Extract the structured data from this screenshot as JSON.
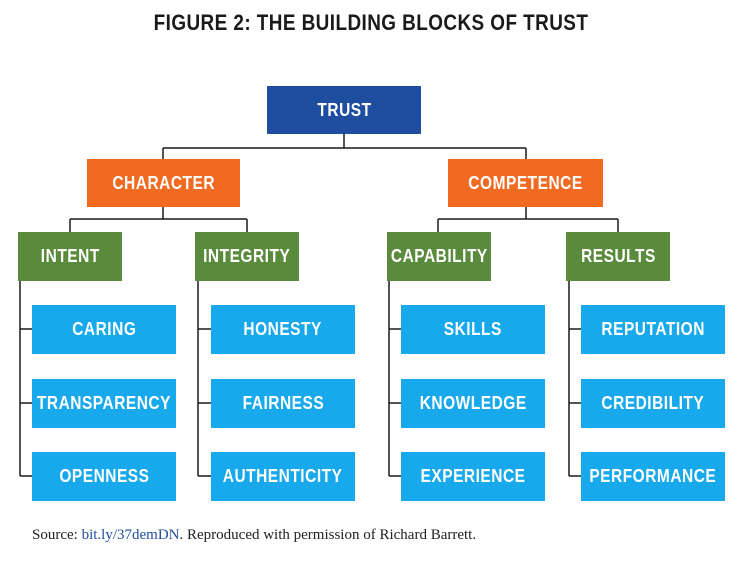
{
  "title": "FIGURE 2: THE BUILDING BLOCKS OF TRUST",
  "root": "TRUST",
  "branches": {
    "character": "CHARACTER",
    "competence": "COMPETENCE"
  },
  "groups": {
    "intent": {
      "label": "INTENT",
      "items": [
        "CARING",
        "TRANSPARENCY",
        "OPENNESS"
      ]
    },
    "integrity": {
      "label": "INTEGRITY",
      "items": [
        "HONESTY",
        "FAIRNESS",
        "AUTHENTICITY"
      ]
    },
    "capability": {
      "label": "CAPABILITY",
      "items": [
        "SKILLS",
        "KNOWLEDGE",
        "EXPERIENCE"
      ]
    },
    "results": {
      "label": "RESULTS",
      "items": [
        "REPUTATION",
        "CREDIBILITY",
        "PERFORMANCE"
      ]
    }
  },
  "source": {
    "prefix": "Source: ",
    "link": "bit.ly/37demDN",
    "suffix": ". Reproduced with permission of Richard Barrett."
  },
  "colors": {
    "root": "#1f4ea1",
    "branch": "#f16a22",
    "group": "#5a8a3c",
    "leaf": "#18a9ec"
  }
}
